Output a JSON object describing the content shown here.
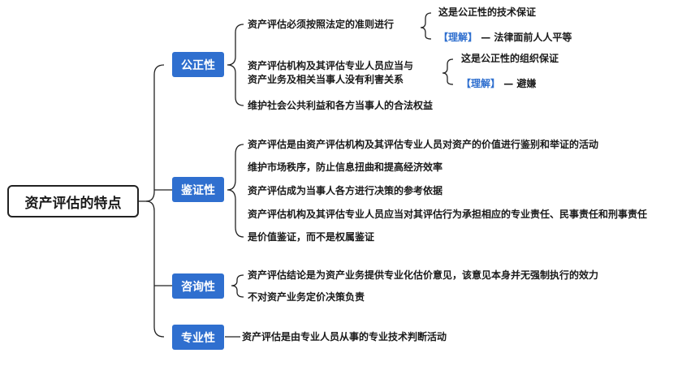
{
  "root": "资产评估的特点",
  "branches": [
    {
      "tag": "公正性",
      "items": [
        {
          "text": "资产评估必须按照法定的准则进行",
          "sub": {
            "head": "这是公正性的技术保证",
            "bracket": "【理解】",
            "note": "— 法律面前人人平等"
          }
        },
        {
          "text_line1": "资产评估机构及其评估专业人员应当与",
          "text_line2": "资产业务及相关当事人没有利害关系",
          "sub": {
            "head": "这是公正性的组织保证",
            "bracket": "【理解】",
            "note": "— 避嫌"
          }
        },
        {
          "text": "维护社会公共利益和各方当事人的合法权益"
        }
      ]
    },
    {
      "tag": "鉴证性",
      "items": [
        {
          "text": "资产评估是由资产评估机构及其评估专业人员对资产的价值进行鉴别和举证的活动"
        },
        {
          "text": "维护市场秩序，防止信息扭曲和提高经济效率"
        },
        {
          "text": "资产评估成为当事人各方进行决策的参考依据"
        },
        {
          "text": "资产评估机构及其评估专业人员应当对其评估行为承担相应的专业责任、民事责任和刑事责任"
        },
        {
          "text": "是价值鉴证，而不是权属鉴证"
        }
      ]
    },
    {
      "tag": "咨询性",
      "items": [
        {
          "text": "资产评估结论是为资产业务提供专业化估价意见，该意见本身并无强制执行的效力"
        },
        {
          "text": "不对资产业务定价决策负责"
        }
      ]
    },
    {
      "tag": "专业性",
      "items": [
        {
          "text": "资产评估是由专业人员从事的专业技术判断活动"
        }
      ]
    }
  ]
}
